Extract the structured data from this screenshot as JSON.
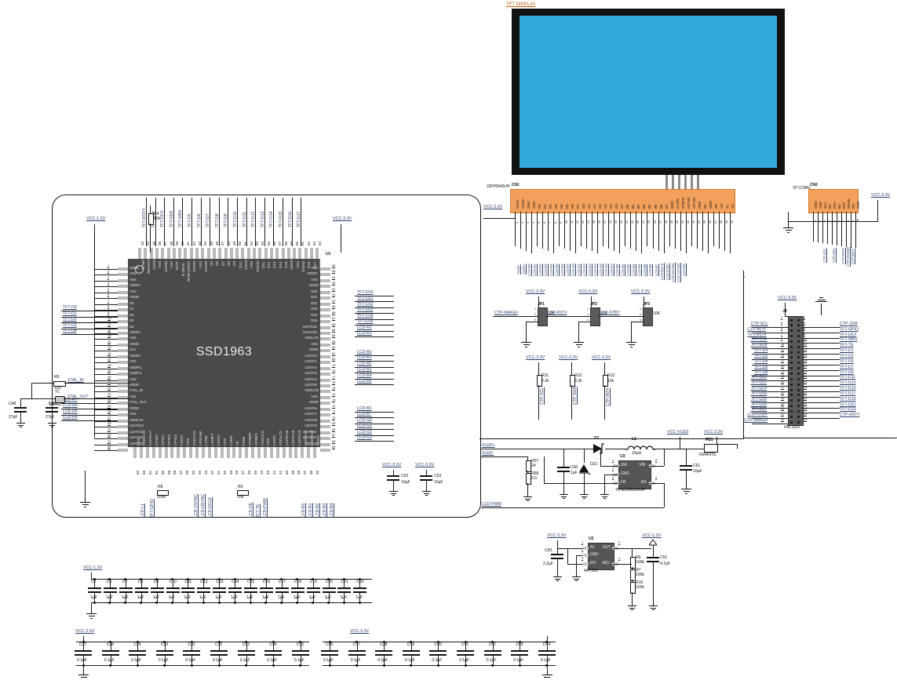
{
  "sheet": {
    "tft_display_title": "TFT DISPLAY",
    "cn1_title": "23FP0540UH",
    "cn1_ref": "CN1",
    "cn2_title": "TP CONN.",
    "cn2_ref": "CN2",
    "main_ic": {
      "ref": "U1",
      "name": "SSD1963"
    }
  },
  "power_nets": {
    "v12": "VCC-1.2V",
    "v33": "VCC-3.3V",
    "vled": "VCC-VLED"
  },
  "u1_left_pins": [
    {
      "n": "1",
      "name": "VDDD"
    },
    {
      "n": "2",
      "name": "VSS"
    },
    {
      "n": "3",
      "name": "VSS"
    },
    {
      "n": "4",
      "name": "VDDIO"
    },
    {
      "n": "5",
      "name": "VSS"
    },
    {
      "n": "6",
      "name": "VDDD"
    },
    {
      "n": "7",
      "name": "D0"
    },
    {
      "n": "8",
      "name": "D1"
    },
    {
      "n": "9",
      "name": "D2"
    },
    {
      "n": "10",
      "name": "D3"
    },
    {
      "n": "11",
      "name": "D4"
    },
    {
      "n": "12",
      "name": "VDDIO"
    },
    {
      "n": "13",
      "name": "VSS"
    },
    {
      "n": "14",
      "name": "VDDD"
    },
    {
      "n": "15",
      "name": "CLK"
    },
    {
      "n": "16",
      "name": "VDDIO"
    },
    {
      "n": "17",
      "name": "VSS"
    },
    {
      "n": "18",
      "name": "VDDPLL"
    },
    {
      "n": "19",
      "name": "VSSPLL"
    },
    {
      "n": "20",
      "name": "VSS"
    },
    {
      "n": "21",
      "name": "VDDD"
    },
    {
      "n": "22",
      "name": "XTAL_IN"
    },
    {
      "n": "23",
      "name": "VSS"
    },
    {
      "n": "24",
      "name": "XTAL_OUT"
    },
    {
      "n": "25",
      "name": "VDDD"
    },
    {
      "n": "26",
      "name": "VSS"
    },
    {
      "n": "27",
      "name": "VDDLCD"
    },
    {
      "n": "28",
      "name": "LDATA23"
    },
    {
      "n": "29",
      "name": "LDATA22"
    },
    {
      "n": "30",
      "name": "LDATA21"
    },
    {
      "n": "31",
      "name": "LDATA20"
    },
    {
      "n": "32",
      "name": "VDDD"
    }
  ],
  "u1_right_pins": [
    {
      "n": "96",
      "name": "VSS"
    },
    {
      "n": "95",
      "name": "VDDIO"
    },
    {
      "n": "94",
      "name": "VSS"
    },
    {
      "n": "93",
      "name": "VDDD"
    },
    {
      "n": "92",
      "name": "D20"
    },
    {
      "n": "91",
      "name": "D21"
    },
    {
      "n": "90",
      "name": "D22"
    },
    {
      "n": "89",
      "name": "D23"
    },
    {
      "n": "88",
      "name": "D18"
    },
    {
      "n": "87",
      "name": "D19"
    },
    {
      "n": "86",
      "name": "LDATA18"
    },
    {
      "n": "85",
      "name": "LDATA19"
    },
    {
      "n": "84",
      "name": "VDDLCD"
    },
    {
      "n": "83",
      "name": "VSS"
    },
    {
      "n": "82",
      "name": "VDDD"
    },
    {
      "n": "81",
      "name": "LDATA0"
    },
    {
      "n": "80",
      "name": "LDATA1"
    },
    {
      "n": "79",
      "name": "LDATA2"
    },
    {
      "n": "78",
      "name": "LDATA3"
    },
    {
      "n": "77",
      "name": "LDATA4"
    },
    {
      "n": "76",
      "name": "LDATA5"
    },
    {
      "n": "75",
      "name": "VDDLCD"
    },
    {
      "n": "74",
      "name": "VSS"
    },
    {
      "n": "73",
      "name": "VDDD"
    },
    {
      "n": "72",
      "name": "LDATA6"
    },
    {
      "n": "71",
      "name": "LDATA7"
    },
    {
      "n": "70",
      "name": "LDATA8"
    },
    {
      "n": "69",
      "name": "LDATA9"
    },
    {
      "n": "68",
      "name": "LDATA10"
    },
    {
      "n": "67",
      "name": "LDATA11"
    },
    {
      "n": "66",
      "name": "VDDLCD"
    },
    {
      "n": "65",
      "name": "VSS"
    }
  ],
  "u1_top_pins": [
    "CONF",
    "RESET#",
    "VDDD",
    "VSS",
    "VDDIO",
    "CS#",
    "D/C#",
    "E (RD#)",
    "R/W# (WR#)",
    "VDDIO",
    "VSS",
    "VDDIO",
    "D5",
    "D6",
    "D7",
    "D8",
    "D9",
    "D10",
    "VDDD",
    "VSS",
    "VDDIO",
    "D11",
    "D12",
    "D13",
    "D14",
    "D15",
    "VDDD",
    "VSS",
    "VDDIO",
    "D16",
    "D17",
    "VDDD"
  ],
  "u1_bottom_pins": [
    "VSS",
    "VDDLCD",
    "LDATA17",
    "GPIO0",
    "GPIO1",
    "GPIO2",
    "GPIO3",
    "VDDD",
    "VSS",
    "VDDLCD",
    "LFRAME",
    "LLINE",
    "LSHIFT",
    "VDDD",
    "VSS",
    "LDEN",
    "TE",
    "PWM",
    "GPIN#0",
    "GPIN#1",
    "VDDLCD",
    "VSS",
    "VDDD",
    "VDDLCD",
    "LDATA16",
    "LDATA15",
    "LDATA14",
    "LDATA13",
    "LDATA12",
    "VDDD"
  ],
  "u1_left_nets": [
    "TFT-D0",
    "TFT-D1",
    "TFT-D2",
    "TFT-D3",
    "TFT-D4",
    "LCD-R7",
    "LCD-R6",
    "LCD-R5",
    "LCD-R4"
  ],
  "u1_top_nets": [
    "TFT-RST#",
    "TFT-CS#",
    "TFT-DC#",
    "TFT-RD#",
    "TFT-WR#",
    "TFT-D5",
    "TFT-D6",
    "TFT-D7",
    "TFT-D8",
    "TFT-D9",
    "TFT-D10",
    "TFT-D11",
    "TFT-D12",
    "TFT-D13",
    "TFT-D14",
    "TFT-D15",
    "TFT-D16",
    "TFT-D17"
  ],
  "u1_right_nets": [
    "TFT-D20",
    "TFT-D21",
    "TFT-D22",
    "TFT-D23",
    "TFT-D18",
    "TFT-D19",
    "LCD-R2",
    "LCD-R3",
    "LCD-B0",
    "LCD-B1",
    "LCD-B2",
    "LCD-B3",
    "LCD-B4",
    "LCD-B5",
    "LCD-B6",
    "LCD-B7",
    "LCD-G0",
    "LCD-G1",
    "LCD-G2",
    "LCD-G3"
  ],
  "u1_bottom_nets": [
    "LCD-L1",
    "TFT-GPIO",
    "LCD-VSYNC",
    "LCD-HSYNC",
    "LCD-DCLK",
    "LCD-DE",
    "TFT-TE",
    "LCD-PWM",
    "LCD-B0",
    "LCD-B1",
    "LCD-B2",
    "LCD-B3",
    "LCD-B4"
  ],
  "cn1_pins": [
    "VLED-",
    "VLED+",
    "GND",
    "VDD",
    "R0",
    "R1",
    "R2",
    "R3",
    "R4",
    "R5",
    "R6",
    "R7",
    "G0",
    "G1",
    "G2",
    "G3",
    "G4",
    "G5",
    "G6",
    "G7",
    "B0",
    "B1",
    "B2",
    "B3",
    "B4",
    "B5",
    "B6",
    "B7",
    "GND",
    "CLKIN",
    "STBYB",
    "HSYNC",
    "VSYNC",
    "DEN",
    "NC",
    "GND",
    "XR",
    "YD",
    "XL",
    "YU"
  ],
  "cn1_nets": [
    "VLED-",
    "VLED+",
    "LCD-R0",
    "LCD-R1",
    "LCD-R2",
    "LCD-R3",
    "LCD-R4",
    "LCD-R5",
    "LCD-R6",
    "LCD-R7",
    "LCD-G0",
    "LCD-G1",
    "LCD-G2",
    "LCD-G3",
    "LCD-G4",
    "LCD-G5",
    "LCD-G6",
    "LCD-G7",
    "LCD-B0",
    "LCD-B1",
    "LCD-B2",
    "LCD-B3",
    "LCD-B4",
    "LCD-B5",
    "LCD-B6",
    "LCD-B7",
    "LCD-DCLK",
    "LCD-STBY",
    "LCD-HSYNC",
    "LCD-VSYNC",
    "LCD-DE"
  ],
  "cn2_pins": [
    "GND",
    "VDD",
    "SCL",
    "NC",
    "SDA",
    "NC",
    "RST",
    "WAKE",
    "INT",
    "GND"
  ],
  "cn2_nets": [
    "CTP-SCL",
    "CTP-SDA",
    "CTP-RST#",
    "CTP-WAKE#",
    "CTP-INT#"
  ],
  "jumpers": [
    {
      "ref": "JP1",
      "value": "10K",
      "net": "CTP-WAKE#",
      "rail": "VCC-3.3V"
    },
    {
      "ref": "JP2",
      "value": "10K",
      "net": "CTP-RST#",
      "rail": "VCC-3.3V"
    },
    {
      "ref": "JP3",
      "value": "10K",
      "net": "LCD-STBY",
      "rail": "VCC-3.3V"
    }
  ],
  "pullups": [
    {
      "ref": "R11",
      "value": "2.2k",
      "net": "CTP-SCL",
      "rail": "VCC-3.3V"
    },
    {
      "ref": "R12",
      "value": "2.2k",
      "net": "CTP-SDA",
      "rail": "VCC-3.3V"
    },
    {
      "ref": "R13",
      "value": "10k",
      "net": "CTP-INT#",
      "rail": "VCC-3.3V"
    }
  ],
  "header_j4": {
    "ref": "J4",
    "footprint": "HM 2x20",
    "rail": "VCC-3.3V",
    "left": [
      {
        "n": "1",
        "net": ""
      },
      {
        "n": "3",
        "net": "CTP-SCL"
      },
      {
        "n": "5",
        "net": "CTP-INT#"
      },
      {
        "n": "7",
        "net": "TFT-RST#"
      },
      {
        "n": "9",
        "net": "TFT-CS#"
      },
      {
        "n": "11",
        "net": "TFT-RD#"
      },
      {
        "n": "13",
        "net": "TFT-D0"
      },
      {
        "n": "15",
        "net": "TFT-D2"
      },
      {
        "n": "17",
        "net": "TFT-D4"
      },
      {
        "n": "19",
        "net": "TFT-D6"
      },
      {
        "n": "21",
        "net": "TFT-D8"
      },
      {
        "n": "23",
        "net": "TFT-D10"
      },
      {
        "n": "25",
        "net": "TFT-D12"
      },
      {
        "n": "27",
        "net": "TFT-D14"
      },
      {
        "n": "29",
        "net": "TFT-D16"
      },
      {
        "n": "31",
        "net": "TFT-D18"
      },
      {
        "n": "33",
        "net": "TFT-D20"
      },
      {
        "n": "35",
        "net": "TFT-D22"
      },
      {
        "n": "37",
        "net": "LCD-STBY"
      },
      {
        "n": "39",
        "net": "CTP-WAKE#"
      }
    ],
    "right": [
      {
        "n": "2",
        "net": ""
      },
      {
        "n": "4",
        "net": "CTP-SDA"
      },
      {
        "n": "6",
        "net": "TFT-GPIO"
      },
      {
        "n": "8",
        "net": "TFT-DC#"
      },
      {
        "n": "10",
        "net": "TFT-WR#"
      },
      {
        "n": "12",
        "net": "TFT-TE"
      },
      {
        "n": "14",
        "net": "TFT-D1"
      },
      {
        "n": "16",
        "net": "TFT-D3"
      },
      {
        "n": "18",
        "net": "TFT-D5"
      },
      {
        "n": "20",
        "net": "TFT-D7"
      },
      {
        "n": "22",
        "net": "TFT-D9"
      },
      {
        "n": "24",
        "net": "TFT-D11"
      },
      {
        "n": "26",
        "net": "TFT-D13"
      },
      {
        "n": "28",
        "net": "TFT-D15"
      },
      {
        "n": "30",
        "net": "TFT-D17"
      },
      {
        "n": "32",
        "net": "TFT-D19"
      },
      {
        "n": "34",
        "net": "TFT-D21"
      },
      {
        "n": "36",
        "net": "TFT-D23"
      },
      {
        "n": "38",
        "net": "CTP-RST#"
      },
      {
        "n": "40",
        "net": ""
      }
    ]
  },
  "backlight": {
    "net_vled_plus": "VLED+",
    "net_vled_minus": "VLED-",
    "net_pwm": "LCD-PWM",
    "diode": "D1",
    "inductor": {
      "ref": "L1",
      "value": "10µH"
    },
    "ic": {
      "ref": "U3",
      "part": "TPS61041DBVR",
      "pins": [
        {
          "n": "1",
          "name": "SW"
        },
        {
          "n": "2",
          "name": "GND"
        },
        {
          "n": "3",
          "name": "FB"
        },
        {
          "n": "5",
          "name": "VIN"
        },
        {
          "n": "4",
          "name": "EN"
        }
      ]
    },
    "r57": {
      "ref": "R57",
      "value": "24"
    },
    "r58": {
      "ref": "R58",
      "value": "0.0"
    },
    "c60": {
      "ref": "C60",
      "value": "1µF"
    },
    "dz1": "DZ1",
    "c61": {
      "ref": "C61",
      "value": "10µF"
    },
    "ferrite": {
      "ref": "FB1",
      "name": "FERRITE"
    },
    "rail": "VCC-VLED",
    "rail2": "VCC-3.3V"
  },
  "ldo": {
    "ic": {
      "ref": "U2",
      "part": "AP7331",
      "pins": [
        {
          "n": "1",
          "name": "IN"
        },
        {
          "n": "2",
          "name": "GND"
        },
        {
          "n": "3",
          "name": "EN"
        },
        {
          "n": "5",
          "name": "OUT"
        },
        {
          "n": "4",
          "name": "ADJ"
        }
      ]
    },
    "in_rail": "VCC-3.3V",
    "out_rail": "VCC-1.2V",
    "c50": {
      "ref": "C50",
      "value": "2.2µF"
    },
    "c51": {
      "ref": "C51",
      "value": "4.7µF"
    },
    "r6": {
      "ref": "R6",
      "value": "100k"
    },
    "r7": {
      "ref": "R7",
      "value": "100k"
    },
    "r10": {
      "ref": "R10",
      "value": "100k"
    }
  },
  "xtal": {
    "y1": {
      "ref": "Y1",
      "value": "10MHz"
    },
    "r5": {
      "ref": "R5",
      "value": "220"
    },
    "c48": {
      "ref": "C48",
      "value": "27pF"
    },
    "c49": {
      "ref": "C49",
      "value": "27pF"
    },
    "net_in": "XTAL_IN",
    "net_out": "XTAL_OUT"
  },
  "misc_res": [
    {
      "ref": "R4",
      "value": "10k",
      "net": "TFT-RST#"
    },
    {
      "ref": "R8",
      "value": "100k",
      "net": "TFT-GPIO"
    },
    {
      "ref": "R9",
      "value": "10k",
      "net": "TFT-TE"
    }
  ],
  "decaps_12v": {
    "rail": "VCC-1.2V",
    "value": "1µF",
    "refs": [
      "C5",
      "C6",
      "C7",
      "C8",
      "C9",
      "C10",
      "C11",
      "C12",
      "C13",
      "C14",
      "C15",
      "C16",
      "C17",
      "C18",
      "C19",
      "C20",
      "C21",
      "C22"
    ]
  },
  "decaps_33v_a": {
    "rail": "VCC-3.3V",
    "value": "0.1µF",
    "refs": [
      "C27",
      "C28",
      "C29",
      "C30",
      "C31",
      "C32",
      "C33",
      "C34",
      "C35"
    ]
  },
  "decaps_33v_b": {
    "rail": "VCC-3.3V",
    "value": "0.1µF",
    "refs": [
      "C36",
      "C37",
      "C38",
      "C39",
      "C40",
      "C41",
      "C42",
      "C43",
      "C44"
    ]
  },
  "bulk_caps": [
    {
      "ref": "C52",
      "value": "10µF",
      "rail": "VCC-3.3V"
    },
    {
      "ref": "C53",
      "value": "10µF",
      "rail": "VCC-3.3V"
    }
  ],
  "colors": {
    "display": "#34aadc",
    "connector": "#f2a05c",
    "chip": "#4a4a4a",
    "net_label": "#2b3f6b",
    "title": "#c06010"
  }
}
